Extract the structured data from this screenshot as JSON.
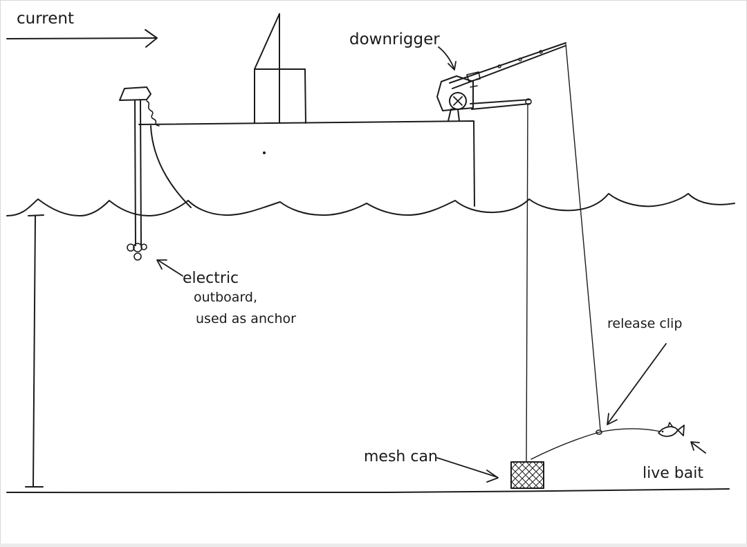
{
  "labels": {
    "current": "current",
    "downrigger": "downrigger",
    "outboard_line1": "electric",
    "outboard_line2": "outboard,",
    "outboard_line3": "used as anchor",
    "release_clip": "release clip",
    "mesh_can": "mesh can",
    "live_bait": "live bait"
  },
  "colors": {
    "ink": "#1a1a1a",
    "paper": "#ffffff"
  }
}
